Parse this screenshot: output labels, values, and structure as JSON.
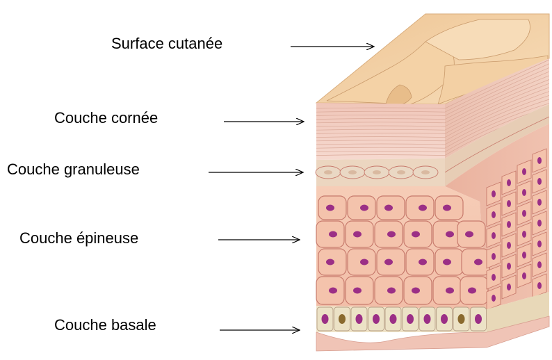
{
  "labels": {
    "surface": "Surface cutanée",
    "cornee": "Couche cornée",
    "granuleuse": "Couche granuleuse",
    "epineuse": "Couche épineuse",
    "basale": "Couche basale"
  },
  "colors": {
    "surface_top": "#f1cf9f",
    "stratum_corneum": "#f2cdc0",
    "granular": "#ead8c4",
    "spinous_cell": "#f4c3ac",
    "cell_border": "#c77a6c",
    "nucleus": "#9b2f86",
    "basal_cell": "#ece2c6",
    "dermis_edge": "#e9b9ad"
  }
}
